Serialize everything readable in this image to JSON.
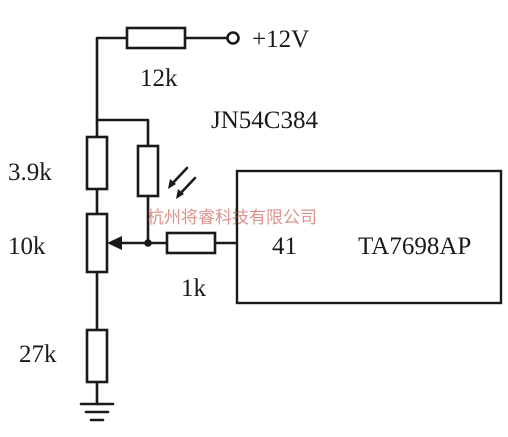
{
  "supply_label": "+12V",
  "ic": {
    "part_number": "TA7698AP",
    "pin_label": "41"
  },
  "photoresistor_label": "JN54C384",
  "resistors": {
    "top": "12k",
    "upper_left": "3.9k",
    "potentiometer": "10k",
    "lower_left": "27k",
    "series": "1k"
  },
  "watermark": "杭州将睿科技有限公司",
  "colors": {
    "ink": "#1a1a1a",
    "watermark": "#c0392b",
    "background": "#ffffff"
  }
}
